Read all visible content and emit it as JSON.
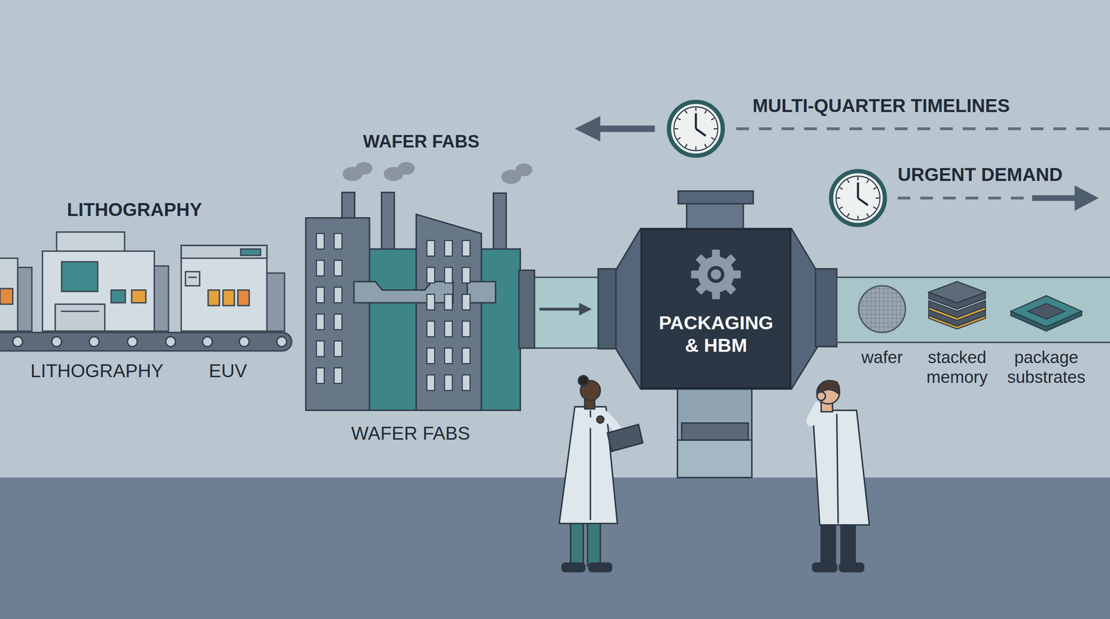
{
  "diagram": {
    "nodes": [
      {
        "text": [
          "PACKAGING & HBM"
        ]
      }
    ],
    "labels": [
      "MULTI-QUARTER TIMELINES",
      "WAFER FABS",
      "URGENT DEMAND",
      "LITHOGRAPHY",
      "LITHOGRAPHY",
      "EUV",
      "wafer",
      "stacked memory",
      "package substrates",
      "WAFER FABS"
    ]
  }
}
